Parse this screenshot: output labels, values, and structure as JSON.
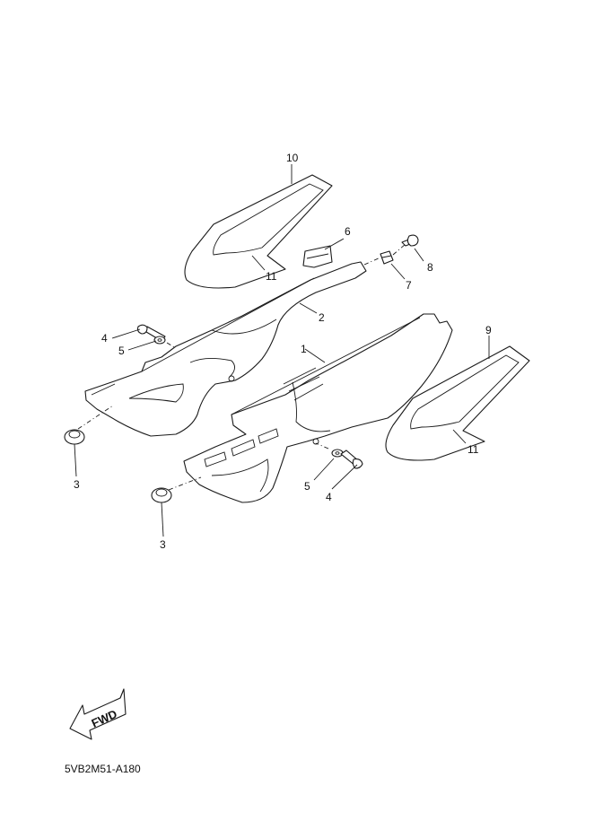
{
  "callouts": {
    "c10": "10",
    "c6": "6",
    "c8": "8",
    "c7": "7",
    "c11a": "11",
    "c2": "2",
    "c4a": "4",
    "c5a": "5",
    "c1": "1",
    "c9": "9",
    "c3a": "3",
    "c11b": "11",
    "c5b": "5",
    "c4b": "4",
    "c3b": "3"
  },
  "fwd_label": "FWD",
  "diagram_code": "5VB2M51-A180",
  "colors": {
    "line": "#1a1a1a",
    "background": "#ffffff"
  }
}
